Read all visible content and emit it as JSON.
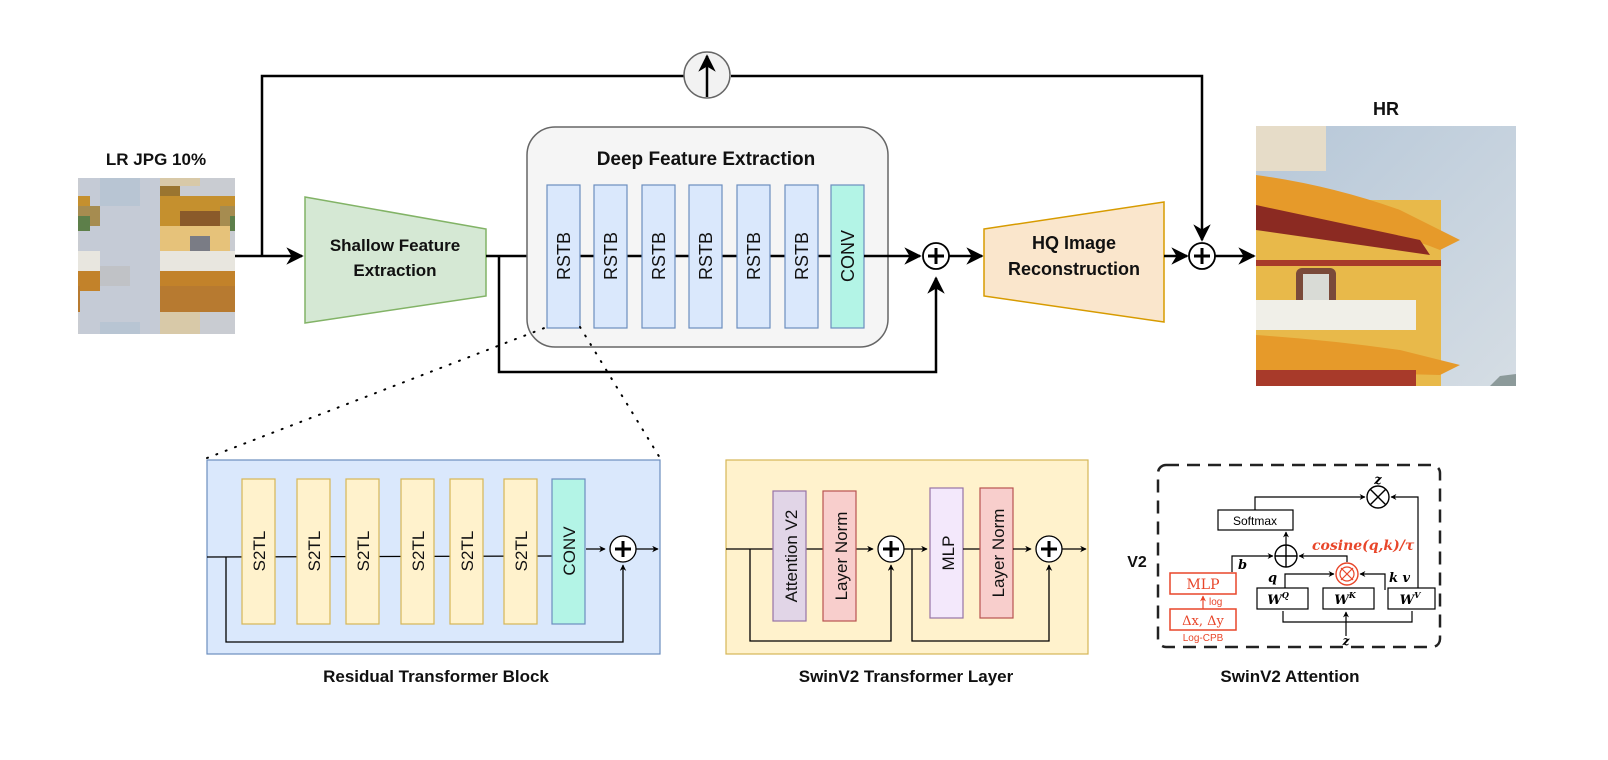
{
  "input": {
    "label": "LR  JPG 10%"
  },
  "output": {
    "label": "HR"
  },
  "top_row": {
    "upsample_icon": "upsample-arrow-icon",
    "shallow": {
      "line1": "Shallow Feature",
      "line2": "Extraction"
    },
    "deep": {
      "title": "Deep Feature Extraction",
      "blocks": [
        "RSTB",
        "RSTB",
        "RSTB",
        "RSTB",
        "RSTB",
        "RSTB",
        "CONV"
      ]
    },
    "recon": {
      "line1": "HQ Image",
      "line2": "Reconstruction"
    }
  },
  "rtb": {
    "caption": "Residual Transformer Block",
    "blocks": [
      "S2TL",
      "S2TL",
      "S2TL",
      "S2TL",
      "S2TL",
      "S2TL",
      "CONV"
    ]
  },
  "stl": {
    "caption": "SwinV2 Transformer Layer",
    "blocks": [
      "Attention V2",
      "Layer Norm",
      "MLP",
      "Layer Norm"
    ]
  },
  "attn": {
    "caption": "SwinV2 Attention",
    "side_label": "V2",
    "softmax": "Softmax",
    "cosine": "cosine(q,k)/τ",
    "mlp": "MLP",
    "log": "log",
    "delta": "Δx, Δy",
    "log_cpb": "Log-CPB",
    "b": "b",
    "q": "q",
    "k": "k",
    "v": "v",
    "z_top": "z",
    "z_bottom": "z",
    "wq": "W",
    "wq_sup": "Q",
    "wk": "W",
    "wk_sup": "K",
    "wv": "W",
    "wv_sup": "V"
  },
  "colors": {
    "shallow_fill": "#d5e8d4",
    "shallow_stroke": "#82b366",
    "deep_bg": "#f5f5f5",
    "deep_stroke": "#666666",
    "rstb_fill": "#dae8fc",
    "rstb_stroke": "#6c8ebf",
    "conv_fill": "#b3f4e6",
    "conv_stroke": "#6c8ebf",
    "recon_fill": "#fae6cc",
    "recon_stroke": "#d79b00",
    "s2tl_fill": "#fff2cc",
    "s2tl_stroke": "#d6b656",
    "stl_bg": "#fff2cc",
    "attn_fill": "#e1d5e7",
    "attn_stroke": "#9673a6",
    "ln_fill": "#f8cecc",
    "ln_stroke": "#b85450",
    "mlp_fill": "#f3e8fb",
    "red": "#e8462a"
  }
}
